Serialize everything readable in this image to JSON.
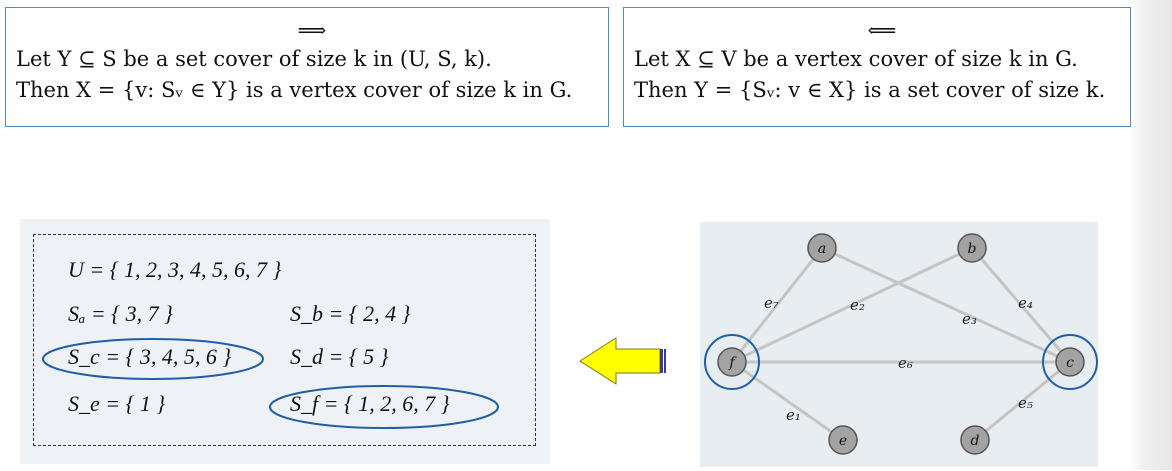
{
  "left_box": {
    "arrow": "⟹",
    "line1": "Let Y ⊆ S be a set cover of size k in (U, S, k).",
    "line2": "Then X = {v: Sᵥ ∈ Y} is a vertex cover of size k in G."
  },
  "right_box": {
    "arrow": "⟸",
    "line1": "Let X ⊆ V be a vertex cover of size k in G.",
    "line2": "Then Y = {Sᵥ: v ∈ X} is a set cover of size k."
  },
  "sets": {
    "universe": "U = { 1, 2, 3, 4, 5, 6, 7 }",
    "sa": "Sₐ = { 3, 7 }",
    "sb": "S_b = { 2, 4 }",
    "sc": "S_c = { 3, 4, 5, 6 }",
    "sd": "S_d = { 5 }",
    "se": "S_e = { 1 }",
    "sf": "S_f = { 1, 2, 6, 7 }"
  },
  "graph": {
    "nodes": [
      "a",
      "b",
      "c",
      "d",
      "e",
      "f"
    ],
    "edge_labels": [
      "e₁",
      "e₂",
      "e₃",
      "e₄",
      "e₅",
      "e₆",
      "e₇"
    ],
    "highlighted_nodes": [
      "f",
      "c"
    ]
  },
  "colors": {
    "box_border": "#4a8fc4",
    "highlight": "#1f5fa8",
    "arrow_fill": "#ffff00",
    "node_fill": "#a3a3a3",
    "edge": "#c4c4c4"
  },
  "icons": {
    "arrow": "left-arrow-icon"
  }
}
